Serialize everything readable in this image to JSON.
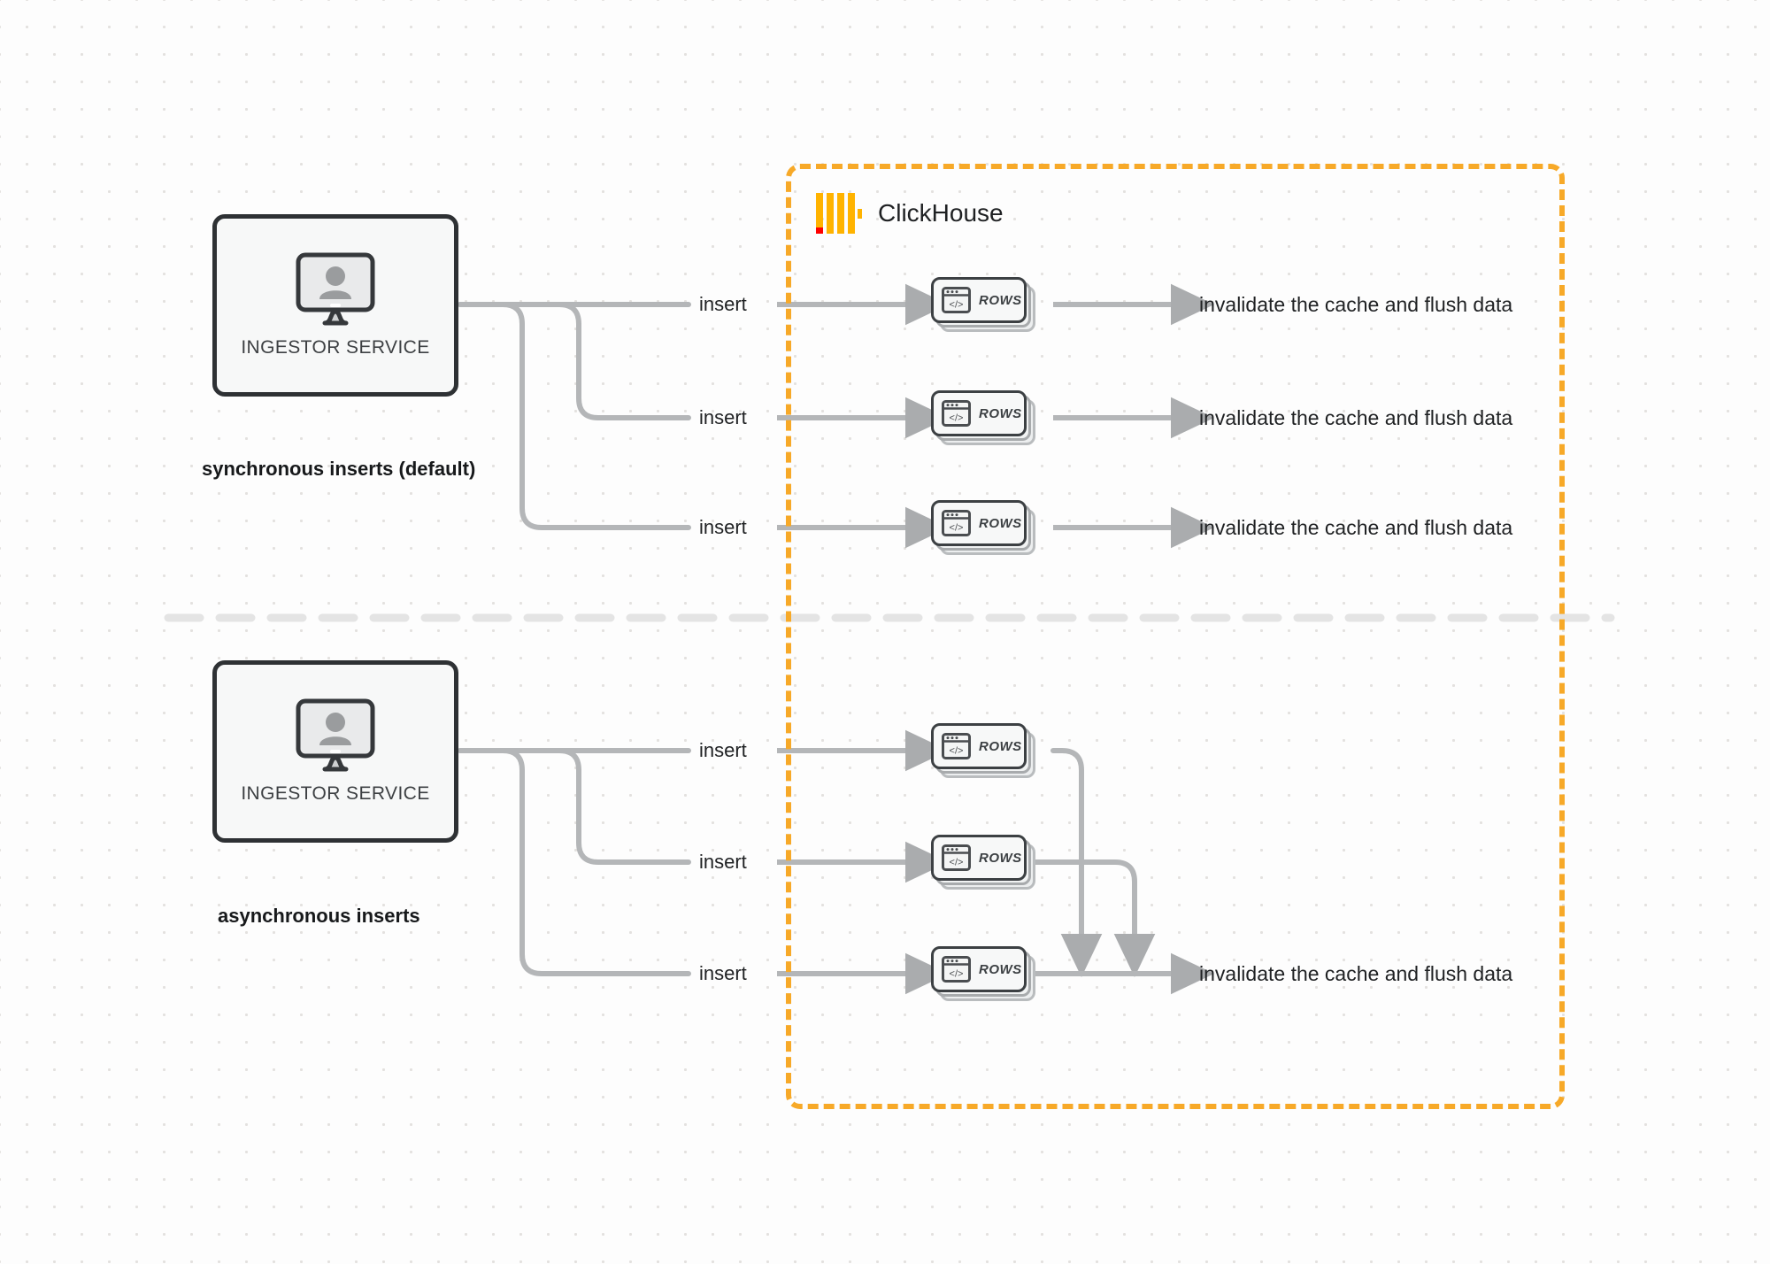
{
  "diagram": {
    "title": "ClickHouse synchronous vs asynchronous inserts",
    "colors": {
      "boundary": "#f7a928",
      "logo_bar": "#ffb300",
      "logo_accent": "#ff0000",
      "edge": "#b0b2b4",
      "node_border": "#2e3134",
      "background": "#fdfdfd"
    }
  },
  "clickhouse": {
    "name": "ClickHouse",
    "logo_name": "clickhouse-logo"
  },
  "sections": [
    {
      "id": "synchronous",
      "caption": "synchronous inserts (default)",
      "service": {
        "label": "INGESTOR SERVICE",
        "icon": "monitor-user-icon"
      },
      "rows": [
        {
          "label": "ROWS",
          "icon": "code-window-icon"
        },
        {
          "label": "ROWS",
          "icon": "code-window-icon"
        },
        {
          "label": "ROWS",
          "icon": "code-window-icon"
        }
      ],
      "insert_labels": [
        "insert",
        "insert",
        "insert"
      ],
      "sink_labels": [
        "invalidate the cache and flush data",
        "invalidate the cache and flush data",
        "invalidate the cache and flush data"
      ]
    },
    {
      "id": "asynchronous",
      "caption": "asynchronous inserts",
      "service": {
        "label": "INGESTOR SERVICE",
        "icon": "monitor-user-icon"
      },
      "rows": [
        {
          "label": "ROWS",
          "icon": "code-window-icon"
        },
        {
          "label": "ROWS",
          "icon": "code-window-icon"
        },
        {
          "label": "ROWS",
          "icon": "code-window-icon"
        }
      ],
      "insert_labels": [
        "insert",
        "insert",
        "insert"
      ],
      "sink_labels": [
        "invalidate the cache and flush data"
      ]
    }
  ]
}
